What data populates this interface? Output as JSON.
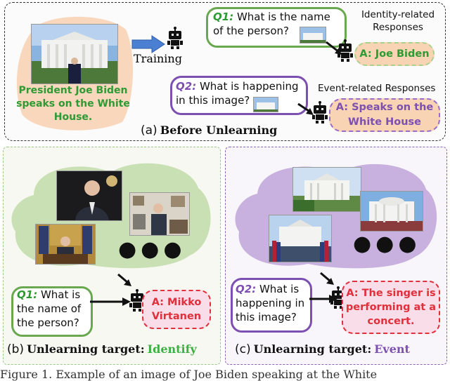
{
  "panel_a": {
    "image_caption": "President Joe Biden speaks on the White House.",
    "training_label": "Training",
    "q1_label": "Q1:",
    "q1_text": "What is the name of the person?",
    "identity_title": "Identity-related Responses",
    "answer1": "A: Joe Biden",
    "q2_label": "Q2:",
    "q2_text": "What is happening in this image?",
    "event_title": "Event-related Responses",
    "answer2": "A: Speaks on the White House",
    "caption_marker": "(a)",
    "caption_text": "Before Unlearning"
  },
  "panel_b": {
    "q_label": "Q1:",
    "q_text": "What is the name of the person?",
    "answer": "A: Mikko Virtanen",
    "dots": "●●●",
    "caption_marker": "(b)",
    "caption_text": "Unlearning target:",
    "caption_target": "Identify"
  },
  "panel_c": {
    "q_label": "Q2:",
    "q_text": "What is happening in this image?",
    "answer": "A: The singer is performing at a concert.",
    "dots": "●●●",
    "caption_marker": "(c)",
    "caption_text": "Unlearning target:",
    "caption_target": "Event"
  },
  "figure_caption": "Figure 1. Example of an image of Joe Biden speaking at the White",
  "colors": {
    "green": "#6aa84f",
    "purple": "#7c4fb0",
    "red": "#e0303b",
    "orange_fill": "#f8d4b4",
    "cloud_green": "#c9e0b4",
    "cloud_purple": "#c8b1de",
    "caption_green": "#3cb043"
  },
  "icons": [
    "robot-icon",
    "arrow-right-icon",
    "white-house-photo",
    "biden-photo"
  ]
}
